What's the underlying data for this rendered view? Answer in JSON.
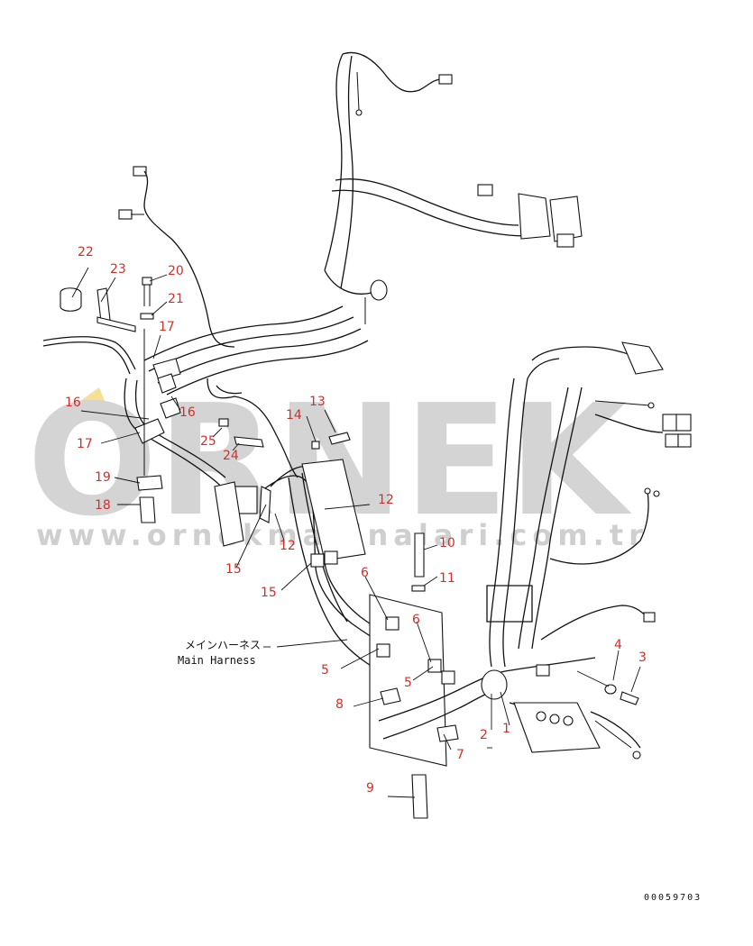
{
  "callouts": [
    {
      "id": "c1",
      "text": "1"
    },
    {
      "id": "c2",
      "text": "2"
    },
    {
      "id": "c3",
      "text": "3"
    },
    {
      "id": "c4",
      "text": "4"
    },
    {
      "id": "c5a",
      "text": "5"
    },
    {
      "id": "c5b",
      "text": "5"
    },
    {
      "id": "c6a",
      "text": "6"
    },
    {
      "id": "c6b",
      "text": "6"
    },
    {
      "id": "c7",
      "text": "7"
    },
    {
      "id": "c8",
      "text": "8"
    },
    {
      "id": "c9",
      "text": "9"
    },
    {
      "id": "c10",
      "text": "10"
    },
    {
      "id": "c11",
      "text": "11"
    },
    {
      "id": "c12a",
      "text": "12"
    },
    {
      "id": "c12b",
      "text": "12"
    },
    {
      "id": "c13",
      "text": "13"
    },
    {
      "id": "c14",
      "text": "14"
    },
    {
      "id": "c15a",
      "text": "15"
    },
    {
      "id": "c15b",
      "text": "15"
    },
    {
      "id": "c16a",
      "text": "16"
    },
    {
      "id": "c16b",
      "text": "16"
    },
    {
      "id": "c17a",
      "text": "17"
    },
    {
      "id": "c17b",
      "text": "17"
    },
    {
      "id": "c18",
      "text": "18"
    },
    {
      "id": "c19",
      "text": "19"
    },
    {
      "id": "c20",
      "text": "20"
    },
    {
      "id": "c21",
      "text": "21"
    },
    {
      "id": "c22",
      "text": "22"
    },
    {
      "id": "c23",
      "text": "23"
    },
    {
      "id": "c24",
      "text": "24"
    },
    {
      "id": "c25",
      "text": "25"
    }
  ],
  "harness_label": {
    "jp": "メインハーネス",
    "en": "Main Harness"
  },
  "doc_number": "00059703",
  "watermark": {
    "brand": "ORNEK",
    "url": "www.ornekmakinalari.com.tr"
  },
  "colors": {
    "callout": "#d0302a",
    "line": "#111111",
    "watermark": "#d4d4d4",
    "watermark_accent": "#f2c94c"
  }
}
